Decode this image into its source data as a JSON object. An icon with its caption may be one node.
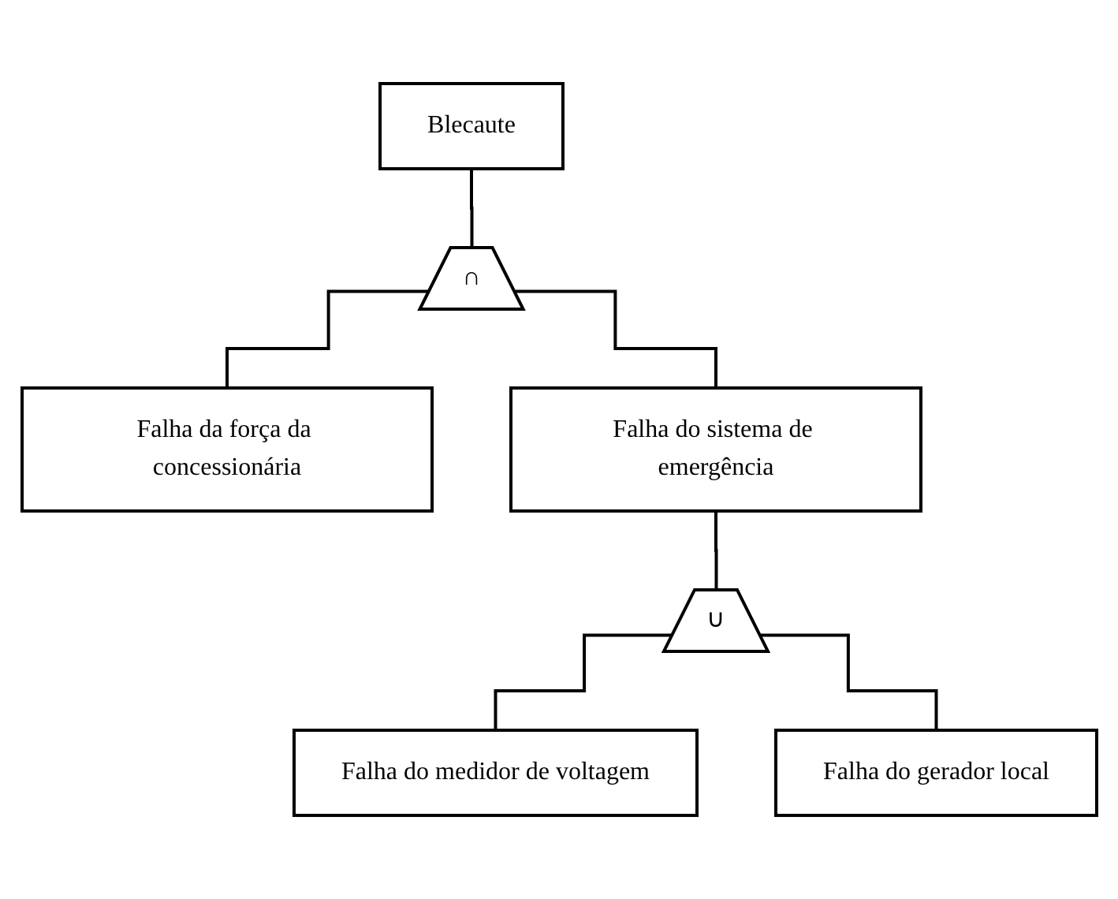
{
  "diagram": {
    "nodes": [
      {
        "text": [
          "Blecaute"
        ]
      },
      {
        "text": [
          "∩"
        ]
      },
      {
        "text": [
          "Falha da força da concessionária"
        ]
      },
      {
        "text": [
          "Falha do sistema de emergência"
        ]
      },
      {
        "text": [
          "∪"
        ]
      },
      {
        "text": [
          "Falha do medidor de voltagem"
        ]
      },
      {
        "text": [
          "Falha do gerador local"
        ]
      }
    ],
    "edges": [
      {
        "from": 0,
        "to": 1,
        "arrow": "none"
      },
      {
        "from": 1,
        "to": 2,
        "arrow": "none"
      },
      {
        "from": 1,
        "to": 3,
        "arrow": "none"
      },
      {
        "from": 3,
        "to": 4,
        "arrow": "none"
      },
      {
        "from": 4,
        "to": 5,
        "arrow": "none"
      },
      {
        "from": 4,
        "to": 6,
        "arrow": "none"
      }
    ]
  }
}
